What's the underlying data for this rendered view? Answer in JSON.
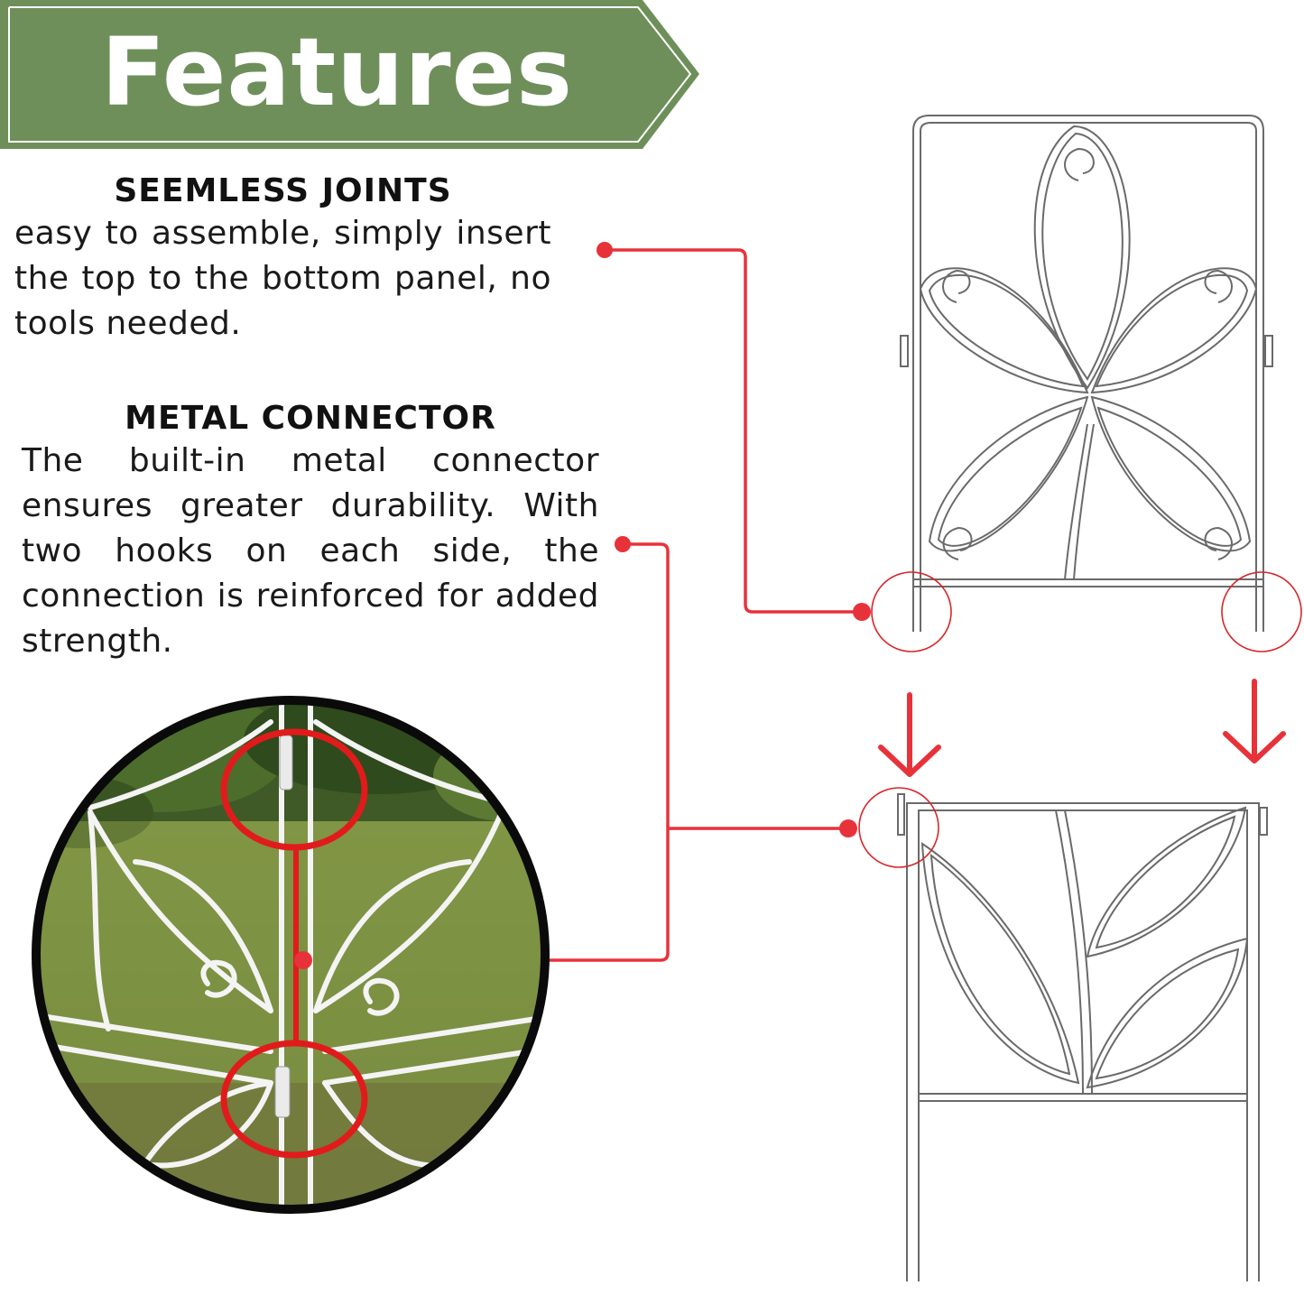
{
  "banner": {
    "title": "Features",
    "color": "#6e8f5a"
  },
  "features": [
    {
      "heading": "SEEMLESS JOINTS",
      "body": "easy to assemble, simply insert the top to the bottom panel, no tools needed."
    },
    {
      "heading": "METAL CONNECTOR",
      "body": "The built-in metal connector ensures greater durability. With two hooks on each side, the connection is reinforced for added strength."
    }
  ],
  "colors": {
    "callout": "#e8323a",
    "highlight_ring": "#e11b1b",
    "fence_line": "#555555"
  },
  "icons": [
    "arrow-down-icon",
    "callout-dot-icon",
    "highlight-circle-icon"
  ]
}
